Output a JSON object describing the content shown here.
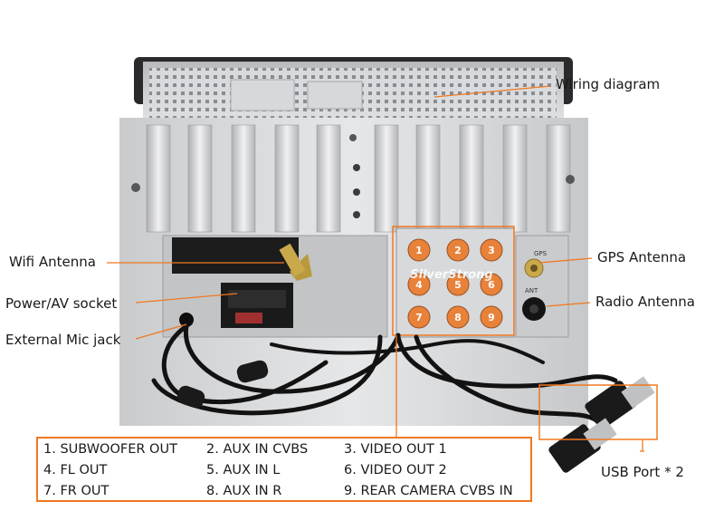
{
  "labels": {
    "wiring_diagram": "Wiring diagram",
    "wifi_antenna": "Wifi Antenna",
    "power_av_socket": "Power/AV socket",
    "external_mic_jack": "External Mic jack",
    "gps_antenna": "GPS Antenna",
    "radio_antenna": "Radio Antenna",
    "usb_port": "USB Port * 2"
  },
  "panel": {
    "brand": "SilverStrong",
    "gps_port_text": "GPS",
    "ant_port_text": "ANT",
    "rca_numbers": [
      "1",
      "2",
      "3",
      "4",
      "5",
      "6",
      "7",
      "8",
      "9"
    ]
  },
  "legend": {
    "items": [
      "1. SUBWOOFER OUT",
      "2. AUX IN CVBS",
      "3. VIDEO OUT 1",
      "4. FL OUT",
      "5. AUX IN L",
      "6. VIDEO OUT 2",
      "7. FR OUT",
      "8. AUX IN R",
      "9. REAR CAMERA CVBS IN"
    ]
  },
  "colors": {
    "accent": "#f07820",
    "chassis": "#d4d6d8",
    "rca_orange": "#e8823a"
  }
}
